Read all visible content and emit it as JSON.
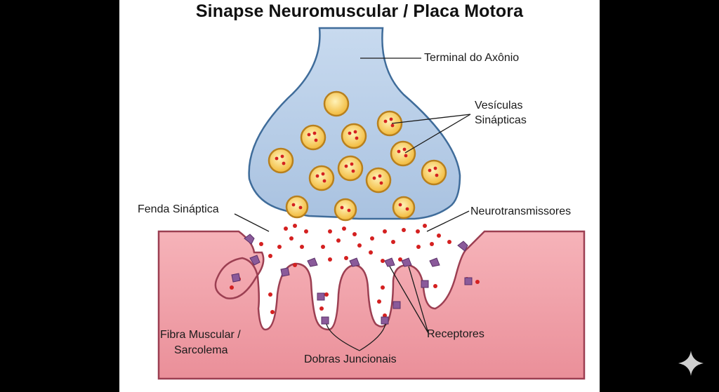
{
  "title": "Sinapse Neuromuscular / Placa Motora",
  "labels": {
    "axon_terminal": "Terminal do Axônio",
    "vesicles_line1": "Vesículas",
    "vesicles_line2": "Sinápticas",
    "synaptic_cleft": "Fenda Sináptica",
    "neurotransmitters": "Neurotransmissores",
    "muscle_fiber_line1": "Fibra Muscular /",
    "muscle_fiber_line2": "Sarcolema",
    "receptors": "Receptores",
    "junctional_folds": "Dobras Juncionais"
  },
  "colors": {
    "axon_fill": "#b9cfe8",
    "axon_stroke": "#3f6c9a",
    "vesicle_fill": "#f7c550",
    "vesicle_stroke": "#b8801e",
    "neurotransmitter": "#d42020",
    "muscle_fill": "#ef9aa3",
    "muscle_stroke": "#9c3f52",
    "receptor": "#8a5a9a",
    "background": "#ffffff",
    "frame": "#000000"
  },
  "icons": {
    "corner": "sparkle-icon"
  }
}
